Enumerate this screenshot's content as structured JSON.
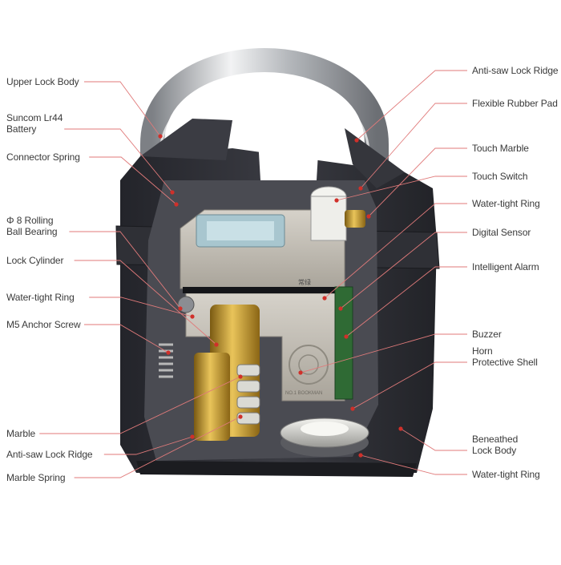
{
  "colors": {
    "leader_line": "#e07a7a",
    "leader_dot": "#d0302a",
    "body_dark": "#2c2d33",
    "shackle": "#c9ccd0",
    "brass": "#c99a2e",
    "housing": "#bdb8ae"
  },
  "labels": {
    "left": [
      "Upper Lock Body",
      "Suncom Lr44\nBattery",
      "Connector Spring",
      "Φ 8 Rolling\nBall Bearing",
      "Lock Cylinder",
      "Water-tight Ring",
      "M5 Anchor Screw",
      "Marble",
      "Anti-saw Lock Ridge",
      "Marble Spring"
    ],
    "right": [
      "Anti-saw Lock Ridge",
      "Flexible Rubber Pad",
      "Touch Marble",
      "Touch Switch",
      "Water-tight Ring",
      "Digital Sensor",
      "Intelligent Alarm",
      "Buzzer",
      "Horn\nProtective Shell",
      "Beneathed\nLock Body",
      "Water-tight Ring"
    ]
  },
  "housing_marks": {
    "tag": "常绿",
    "engraving": "NO.1 BOOKMAN"
  }
}
